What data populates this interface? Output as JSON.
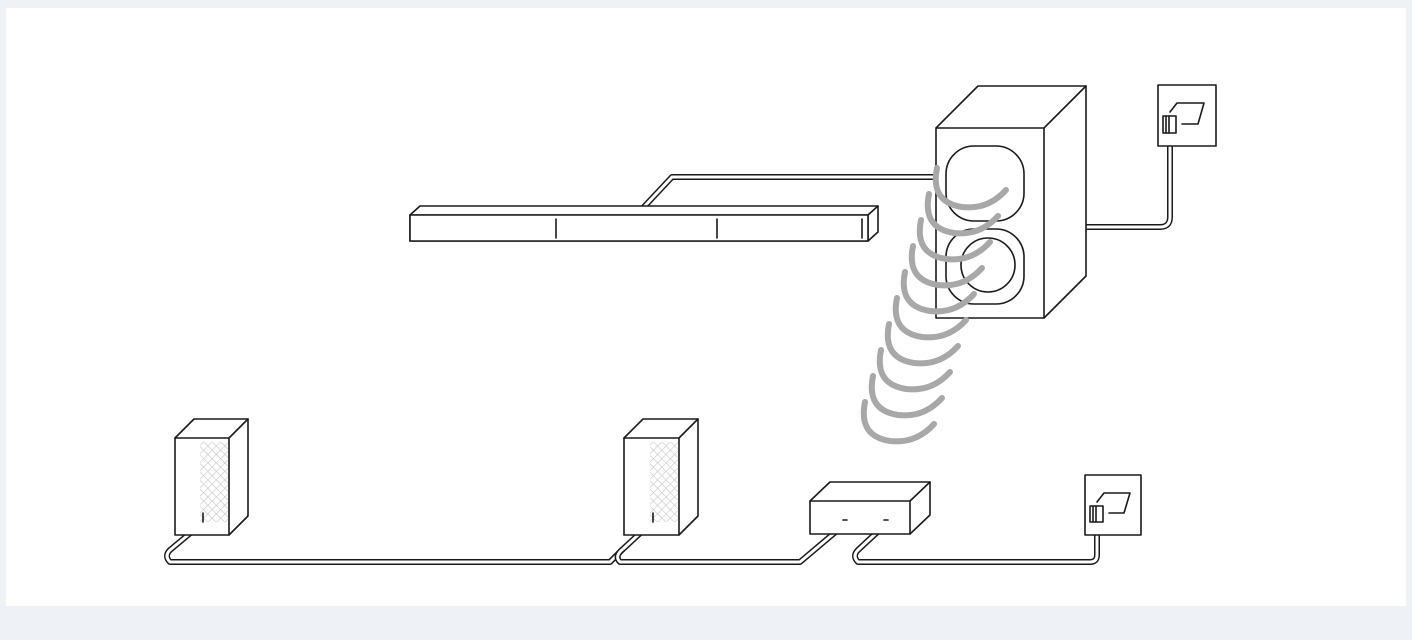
{
  "diagram": {
    "description_visible_text": [],
    "colors": {
      "canvas": "#eef2f7",
      "panel": "#ffffff",
      "outline": "#1a1a1a",
      "mesh": "#c6c6c6",
      "wireless_signal": "#a8a8a8"
    },
    "components": [
      {
        "name": "soundbar",
        "icon": "soundbar-icon"
      },
      {
        "name": "subwoofer",
        "icon": "subwoofer-icon"
      },
      {
        "name": "wall-outlet-top",
        "icon": "power-outlet-icon"
      },
      {
        "name": "rear-speaker-left",
        "icon": "speaker-icon"
      },
      {
        "name": "rear-speaker-right",
        "icon": "speaker-icon"
      },
      {
        "name": "wireless-receiver",
        "icon": "receiver-icon"
      },
      {
        "name": "wall-outlet-bottom",
        "icon": "power-outlet-icon"
      }
    ],
    "wireless_arcs": 10
  }
}
